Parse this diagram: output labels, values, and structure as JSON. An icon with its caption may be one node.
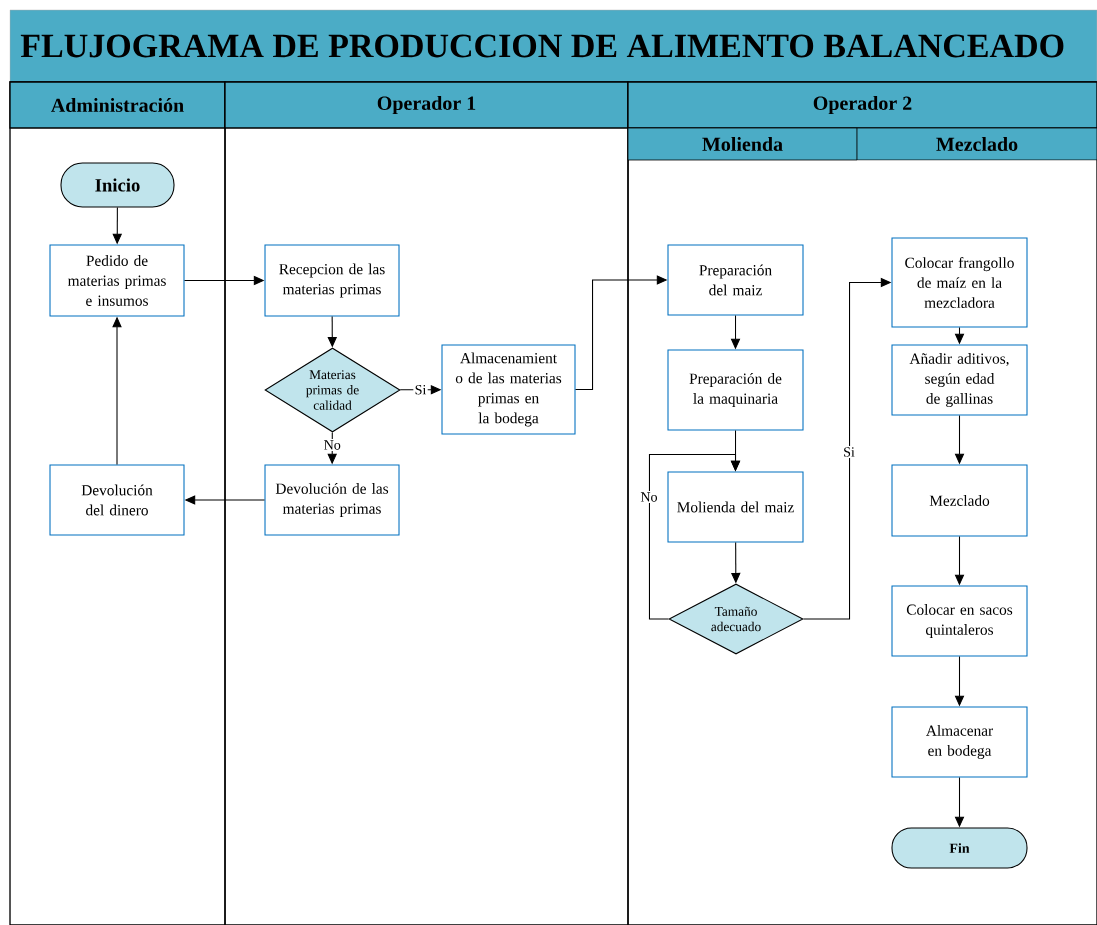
{
  "diagram": {
    "title": "FLUJOGRAMA DE PRODUCCION DE ALIMENTO BALANCEADO",
    "nodes": [
      {
        "text": [
          "Administración"
        ]
      },
      {
        "text": [
          "Operador 1"
        ]
      },
      {
        "text": [
          "Operador 2"
        ]
      },
      {
        "text": [
          "Molienda"
        ],
        "in": 2
      },
      {
        "text": [
          "Mezclado"
        ],
        "in": 2
      },
      {
        "text": [
          "Inicio"
        ],
        "in": 0
      },
      {
        "text": [
          "Pedido de materias primas e insumos"
        ],
        "in": 0
      },
      {
        "text": [
          "Devolución del dinero"
        ],
        "in": 0
      },
      {
        "text": [
          "Recepcion de las materias primas"
        ],
        "in": 1
      },
      {
        "text": [
          "Materias primas de calidad"
        ],
        "in": 1
      },
      {
        "text": [
          "Almacenamient o de las materias primas en la bodega"
        ],
        "in": 1
      },
      {
        "text": [
          "Devolución de las materias primas"
        ],
        "in": 1
      },
      {
        "text": [
          "Preparación del maiz"
        ],
        "in": 2
      },
      {
        "text": [
          "Preparación de la maquinaria"
        ],
        "in": 2
      },
      {
        "text": [
          "Molienda del maiz"
        ],
        "in": 2
      },
      {
        "text": [
          "Tamaño adecuado"
        ],
        "in": 2
      },
      {
        "text": [
          "Colocar frangollo de maíz en la mezcladora"
        ],
        "in": 2
      },
      {
        "text": [
          "Añadir aditivos, según edad de gallinas"
        ],
        "in": 2
      },
      {
        "text": [
          "Mezclado"
        ],
        "in": 2
      },
      {
        "text": [
          "Colocar en sacos quintaleros"
        ],
        "in": 2
      },
      {
        "text": [
          "Almacenar en bodega"
        ],
        "in": 2
      },
      {
        "text": [
          "Fin"
        ],
        "in": 2
      }
    ],
    "edges": [
      {
        "from": 5,
        "to": 6,
        "arrow": "to"
      },
      {
        "from": 6,
        "to": 8,
        "arrow": "to"
      },
      {
        "from": 8,
        "to": 9,
        "arrow": "to"
      },
      {
        "from": 9,
        "to": 10,
        "arrow": "to",
        "label": "Si"
      },
      {
        "from": 9,
        "to": 11,
        "arrow": "to",
        "label": "No"
      },
      {
        "from": 11,
        "to": 7,
        "arrow": "to"
      },
      {
        "from": 7,
        "to": 6,
        "arrow": "to"
      },
      {
        "from": 10,
        "to": 12,
        "arrow": "to"
      },
      {
        "from": 12,
        "to": 13,
        "arrow": "to"
      },
      {
        "from": 13,
        "to": 14,
        "arrow": "to"
      },
      {
        "from": 14,
        "to": 15,
        "arrow": "to"
      },
      {
        "from": 15,
        "to": 14,
        "arrow": "to",
        "label": "No"
      },
      {
        "from": 15,
        "to": 16,
        "arrow": "to",
        "label": "Si"
      },
      {
        "from": 16,
        "to": 17,
        "arrow": "to"
      },
      {
        "from": 17,
        "to": 18,
        "arrow": "to"
      },
      {
        "from": 18,
        "to": 19,
        "arrow": "to"
      },
      {
        "from": 19,
        "to": 20,
        "arrow": "to"
      },
      {
        "from": 20,
        "to": 21,
        "arrow": "to"
      }
    ]
  }
}
